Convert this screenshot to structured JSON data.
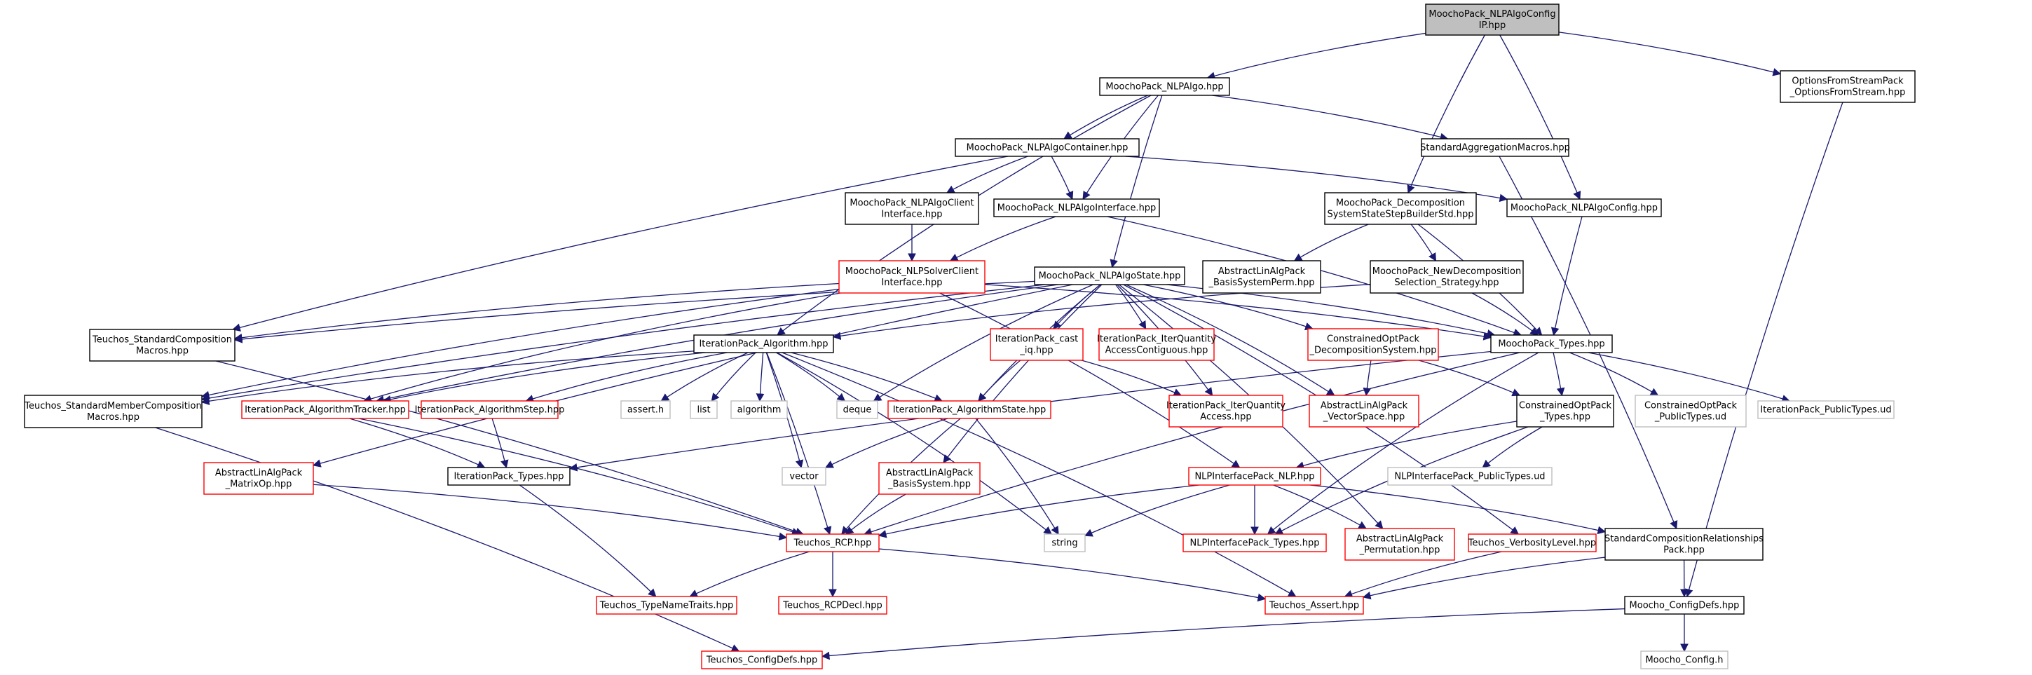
{
  "colors": {
    "edge": "#191970",
    "root_fill": "#bfbfbf",
    "normal": "#000000",
    "truncated": "#ff0000",
    "external": "#bfbfbf"
  },
  "nodes": [
    {
      "id": "root",
      "lines": [
        "MoochoPack_NLPAlgoConfig",
        "IP.hpp"
      ],
      "style": "root"
    },
    {
      "id": "nlpalgo",
      "lines": [
        "MoochoPack_NLPAlgo.hpp"
      ],
      "style": "normal"
    },
    {
      "id": "optstream",
      "lines": [
        "OptionsFromStreamPack",
        "_OptionsFromStream.hpp"
      ],
      "style": "normal"
    },
    {
      "id": "container",
      "lines": [
        "MoochoPack_NLPAlgoContainer.hpp"
      ],
      "style": "normal"
    },
    {
      "id": "stdagg",
      "lines": [
        "StandardAggregationMacros.hpp"
      ],
      "style": "normal"
    },
    {
      "id": "clientif",
      "lines": [
        "MoochoPack_NLPAlgoClient",
        "Interface.hpp"
      ],
      "style": "normal"
    },
    {
      "id": "algoif",
      "lines": [
        "MoochoPack_NLPAlgoInterface.hpp"
      ],
      "style": "normal"
    },
    {
      "id": "decomp",
      "lines": [
        "MoochoPack_Decomposition",
        "SystemStateStepBuilderStd.hpp"
      ],
      "style": "normal"
    },
    {
      "id": "algoconfig",
      "lines": [
        "MoochoPack_NLPAlgoConfig.hpp"
      ],
      "style": "normal"
    },
    {
      "id": "solverclient",
      "lines": [
        "MoochoPack_NLPSolverClient",
        "Interface.hpp"
      ],
      "style": "truncated"
    },
    {
      "id": "algostate",
      "lines": [
        "MoochoPack_NLPAlgoState.hpp"
      ],
      "style": "normal"
    },
    {
      "id": "basisperm",
      "lines": [
        "AbstractLinAlgPack",
        "_BasisSystemPerm.hpp"
      ],
      "style": "normal"
    },
    {
      "id": "newdecomp",
      "lines": [
        "MoochoPack_NewDecomposition",
        "Selection_Strategy.hpp"
      ],
      "style": "normal"
    },
    {
      "id": "stdcomp",
      "lines": [
        "Teuchos_StandardComposition",
        "Macros.hpp"
      ],
      "style": "normal"
    },
    {
      "id": "iteralgo",
      "lines": [
        "IterationPack_Algorithm.hpp"
      ],
      "style": "normal"
    },
    {
      "id": "castiq",
      "lines": [
        "IterationPack_cast",
        "_iq.hpp"
      ],
      "style": "truncated"
    },
    {
      "id": "iterqcontig",
      "lines": [
        "IterationPack_IterQuantity",
        "AccessContiguous.hpp"
      ],
      "style": "truncated"
    },
    {
      "id": "cop_decomp",
      "lines": [
        "ConstrainedOptPack",
        "_DecompositionSystem.hpp"
      ],
      "style": "truncated"
    },
    {
      "id": "mtypes",
      "lines": [
        "MoochoPack_Types.hpp"
      ],
      "style": "normal"
    },
    {
      "id": "stdmember",
      "lines": [
        "Teuchos_StandardMemberComposition",
        "Macros.hpp"
      ],
      "style": "normal"
    },
    {
      "id": "algotracker",
      "lines": [
        "IterationPack_AlgorithmTracker.hpp"
      ],
      "style": "truncated"
    },
    {
      "id": "algostep",
      "lines": [
        "IterationPack_AlgorithmStep.hpp"
      ],
      "style": "truncated"
    },
    {
      "id": "assert",
      "lines": [
        "assert.h"
      ],
      "style": "external"
    },
    {
      "id": "list",
      "lines": [
        "list"
      ],
      "style": "external"
    },
    {
      "id": "algorithm",
      "lines": [
        "algorithm"
      ],
      "style": "external"
    },
    {
      "id": "deque",
      "lines": [
        "deque"
      ],
      "style": "external"
    },
    {
      "id": "iterstate",
      "lines": [
        "IterationPack_AlgorithmState.hpp"
      ],
      "style": "truncated"
    },
    {
      "id": "iterqaccess",
      "lines": [
        "IterationPack_IterQuantity",
        "Access.hpp"
      ],
      "style": "truncated"
    },
    {
      "id": "vecspace",
      "lines": [
        "AbstractLinAlgPack",
        "_VectorSpace.hpp"
      ],
      "style": "truncated"
    },
    {
      "id": "coptypes",
      "lines": [
        "ConstrainedOptPack",
        "_Types.hpp"
      ],
      "style": "normal"
    },
    {
      "id": "coppublic",
      "lines": [
        "ConstrainedOptPack",
        "_PublicTypes.ud"
      ],
      "style": "external"
    },
    {
      "id": "iterpublic",
      "lines": [
        "IterationPack_PublicTypes.ud"
      ],
      "style": "external"
    },
    {
      "id": "matrixop",
      "lines": [
        "AbstractLinAlgPack",
        "_MatrixOp.hpp"
      ],
      "style": "truncated"
    },
    {
      "id": "itertypes",
      "lines": [
        "IterationPack_Types.hpp"
      ],
      "style": "normal"
    },
    {
      "id": "vector",
      "lines": [
        "vector"
      ],
      "style": "external"
    },
    {
      "id": "basissys",
      "lines": [
        "AbstractLinAlgPack",
        "_BasisSystem.hpp"
      ],
      "style": "truncated"
    },
    {
      "id": "nlpinterface",
      "lines": [
        "NLPInterfacePack_NLP.hpp"
      ],
      "style": "truncated"
    },
    {
      "id": "nlppublic",
      "lines": [
        "NLPInterfacePack_PublicTypes.ud"
      ],
      "style": "external"
    },
    {
      "id": "string",
      "lines": [
        "string"
      ],
      "style": "external"
    },
    {
      "id": "nlptypes",
      "lines": [
        "NLPInterfacePack_Types.hpp"
      ],
      "style": "truncated"
    },
    {
      "id": "permutation",
      "lines": [
        "AbstractLinAlgPack",
        "_Permutation.hpp"
      ],
      "style": "truncated"
    },
    {
      "id": "verbosity",
      "lines": [
        "Teuchos_VerbosityLevel.hpp"
      ],
      "style": "truncated"
    },
    {
      "id": "stdcomprel",
      "lines": [
        "StandardCompositionRelationships",
        "Pack.hpp"
      ],
      "style": "normal"
    },
    {
      "id": "rcp",
      "lines": [
        "Teuchos_RCP.hpp"
      ],
      "style": "truncated"
    },
    {
      "id": "typenametraits",
      "lines": [
        "Teuchos_TypeNameTraits.hpp"
      ],
      "style": "truncated"
    },
    {
      "id": "rcpdecl",
      "lines": [
        "Teuchos_RCPDecl.hpp"
      ],
      "style": "truncated"
    },
    {
      "id": "tassert",
      "lines": [
        "Teuchos_Assert.hpp"
      ],
      "style": "truncated"
    },
    {
      "id": "configdefs",
      "lines": [
        "Moocho_ConfigDefs.hpp"
      ],
      "style": "normal"
    },
    {
      "id": "tconfigdefs",
      "lines": [
        "Teuchos_ConfigDefs.hpp"
      ],
      "style": "truncated"
    },
    {
      "id": "mconfigh",
      "lines": [
        "Moocho_Config.h"
      ],
      "style": "external"
    }
  ],
  "edges": [
    [
      "root",
      "nlpalgo"
    ],
    [
      "root",
      "optstream"
    ],
    [
      "root",
      "decomp"
    ],
    [
      "root",
      "algoconfig"
    ],
    [
      "nlpalgo",
      "container"
    ],
    [
      "nlpalgo",
      "stdagg"
    ],
    [
      "nlpalgo",
      "algoif"
    ],
    [
      "nlpalgo",
      "algostate"
    ],
    [
      "nlpalgo",
      "iteralgo"
    ],
    [
      "container",
      "clientif"
    ],
    [
      "container",
      "algoif"
    ],
    [
      "container",
      "algoconfig"
    ],
    [
      "container",
      "stdcomp"
    ],
    [
      "clientif",
      "solverclient"
    ],
    [
      "algoif",
      "solverclient"
    ],
    [
      "algoif",
      "mtypes"
    ],
    [
      "solverclient",
      "stdcomp"
    ],
    [
      "solverclient",
      "stdmember"
    ],
    [
      "solverclient",
      "algotracker"
    ],
    [
      "solverclient",
      "nlpinterface"
    ],
    [
      "solverclient",
      "mtypes"
    ],
    [
      "decomp",
      "basisperm"
    ],
    [
      "decomp",
      "newdecomp"
    ],
    [
      "decomp",
      "mtypes"
    ],
    [
      "newdecomp",
      "mtypes"
    ],
    [
      "newdecomp",
      "iteralgo"
    ],
    [
      "algoconfig",
      "mtypes"
    ],
    [
      "algostate",
      "stdcomp"
    ],
    [
      "algostate",
      "stdmember"
    ],
    [
      "algostate",
      "matrixop"
    ],
    [
      "algostate",
      "castiq"
    ],
    [
      "algostate",
      "iterqcontig"
    ],
    [
      "algostate",
      "cop_decomp"
    ],
    [
      "algostate",
      "mtypes"
    ],
    [
      "algostate",
      "deque"
    ],
    [
      "algostate",
      "iterstate"
    ],
    [
      "algostate",
      "iterqaccess"
    ],
    [
      "algostate",
      "vecspace"
    ],
    [
      "algostate",
      "basissys"
    ],
    [
      "algostate",
      "verbosity"
    ],
    [
      "algostate",
      "permutation"
    ],
    [
      "algostate",
      "algotracker"
    ],
    [
      "iteralgo",
      "stdmember"
    ],
    [
      "iteralgo",
      "algotracker"
    ],
    [
      "iteralgo",
      "algostep"
    ],
    [
      "iteralgo",
      "assert"
    ],
    [
      "iteralgo",
      "list"
    ],
    [
      "iteralgo",
      "algorithm"
    ],
    [
      "iteralgo",
      "deque"
    ],
    [
      "iteralgo",
      "iterstate"
    ],
    [
      "iteralgo",
      "vector"
    ],
    [
      "iteralgo",
      "string"
    ],
    [
      "iteralgo",
      "rcp"
    ],
    [
      "iteralgo",
      "tassert"
    ],
    [
      "castiq",
      "iterstate"
    ],
    [
      "castiq",
      "iterqaccess"
    ],
    [
      "cop_decomp",
      "vecspace"
    ],
    [
      "cop_decomp",
      "coptypes"
    ],
    [
      "mtypes",
      "coptypes"
    ],
    [
      "mtypes",
      "coppublic"
    ],
    [
      "mtypes",
      "iterpublic"
    ],
    [
      "mtypes",
      "itertypes"
    ],
    [
      "mtypes",
      "rcp"
    ],
    [
      "mtypes",
      "nlptypes"
    ],
    [
      "coptypes",
      "nlpinterface"
    ],
    [
      "coptypes",
      "nlppublic"
    ],
    [
      "coptypes",
      "nlptypes"
    ],
    [
      "stdcomp",
      "rcp"
    ],
    [
      "stdmember",
      "tconfigdefs"
    ],
    [
      "algotracker",
      "itertypes"
    ],
    [
      "algotracker",
      "rcp"
    ],
    [
      "algostep",
      "itertypes"
    ],
    [
      "iterstate",
      "vector"
    ],
    [
      "iterstate",
      "string"
    ],
    [
      "iterstate",
      "rcp"
    ],
    [
      "matrixop",
      "rcp"
    ],
    [
      "basissys",
      "rcp"
    ],
    [
      "itertypes",
      "typenametraits"
    ],
    [
      "nlpinterface",
      "rcp"
    ],
    [
      "nlpinterface",
      "string"
    ],
    [
      "nlpinterface",
      "nlptypes"
    ],
    [
      "nlpinterface",
      "permutation"
    ],
    [
      "nlpinterface",
      "stdcomprel"
    ],
    [
      "verbosity",
      "tassert"
    ],
    [
      "stdagg",
      "stdcomprel"
    ],
    [
      "stdcomprel",
      "configdefs"
    ],
    [
      "stdcomprel",
      "tassert"
    ],
    [
      "rcp",
      "typenametraits"
    ],
    [
      "rcp",
      "rcpdecl"
    ],
    [
      "rcp",
      "tassert"
    ],
    [
      "optstream",
      "configdefs"
    ],
    [
      "configdefs",
      "tconfigdefs"
    ],
    [
      "configdefs",
      "mconfigh"
    ]
  ]
}
